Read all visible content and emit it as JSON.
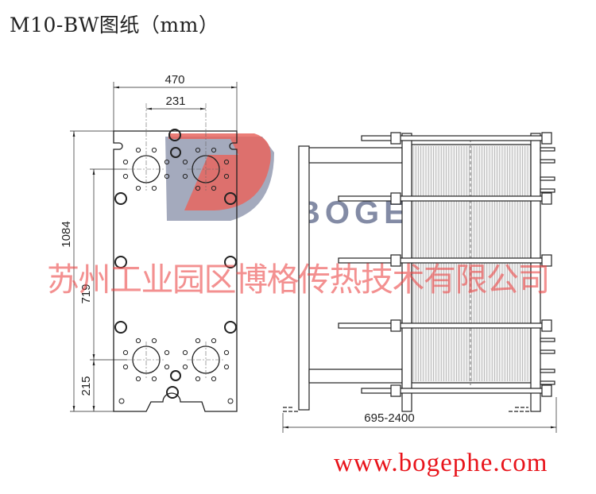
{
  "title": "M10-BW图纸（mm）",
  "dimensions": {
    "plate_width": "470",
    "port_spacing_horizontal": "231",
    "plate_height": "1084",
    "port_spacing_vertical": "719",
    "bottom_port_height": "215",
    "frame_length_range": "695-2400"
  },
  "logo": {
    "text": "BOGE",
    "colors": {
      "red": "#e8665f",
      "blue": "#5a6487"
    }
  },
  "watermark": "苏州工业园区博格传热技术有限公司",
  "website": "www.bogephe.com",
  "colors": {
    "line": "#222222",
    "watermark": "#eb4646",
    "website": "#e8141b"
  }
}
